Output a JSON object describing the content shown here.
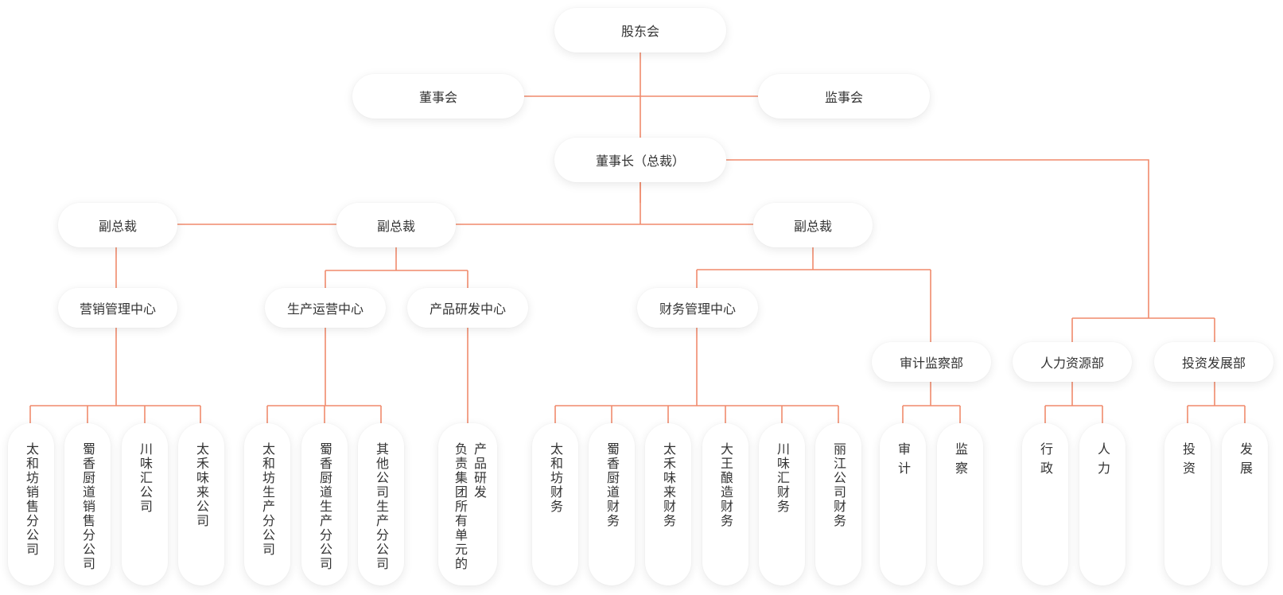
{
  "colors": {
    "line": "#f08a6c",
    "node_bg": "#ffffff",
    "text": "#333333"
  },
  "top": {
    "shareholders": "股东会",
    "board": "董事会",
    "supervisors": "监事会",
    "chairman": "董事长（总裁）"
  },
  "vps": {
    "left": "副总裁",
    "middle": "副总裁",
    "right": "副总裁"
  },
  "centers": {
    "marketing": "营销管理中心",
    "production": "生产运营中心",
    "rnd": "产品研发中心",
    "finance": "财务管理中心",
    "audit": "审计监察部",
    "hr": "人力资源部",
    "invest": "投资发展部"
  },
  "leaves": {
    "marketing": [
      "太和坊销售分公司",
      "蜀香厨道销售分公司",
      "川味汇公司",
      "太禾味来公司"
    ],
    "production": [
      "太和坊生产分公司",
      "蜀香厨道生产分公司",
      "其他公司生产分公司"
    ],
    "rnd": [
      "产品研发",
      "负责集团所有单元的"
    ],
    "finance": [
      "太和坊财务",
      "蜀香厨道财务",
      "太禾味来财务",
      "大王酿造财务",
      "川味汇财务",
      "丽江公司财务"
    ],
    "audit": [
      "审计",
      "监察"
    ],
    "hr": [
      "行政",
      "人力"
    ],
    "invest": [
      "投资",
      "发展"
    ]
  }
}
